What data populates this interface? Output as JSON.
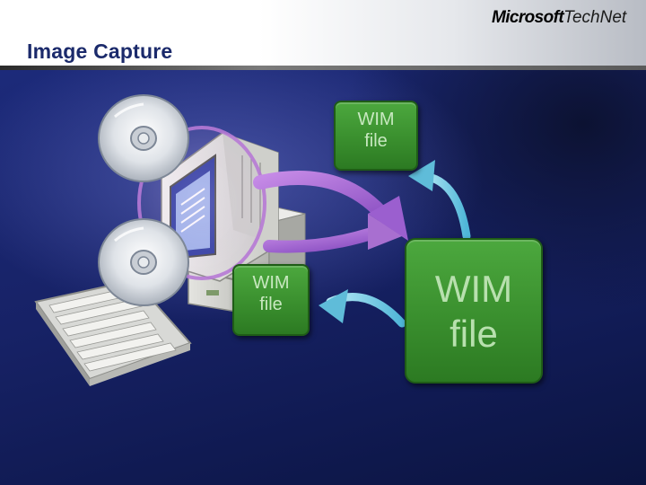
{
  "slide": {
    "title": "Image Capture",
    "logo": {
      "brand": "Microsoft",
      "product": "TechNet"
    }
  },
  "diagram": {
    "wim_top": {
      "line1": "WIM",
      "line2": "file"
    },
    "wim_left": {
      "line1": "WIM",
      "line2": "file"
    },
    "wim_big": {
      "line1": "WIM",
      "line2": "file"
    }
  },
  "colors": {
    "title": "#1b2a6b",
    "background": "#172266",
    "wim_box": "#3a8f2e",
    "wim_text": "#c8e8c0",
    "arrow_purple": "#a86fd0",
    "arrow_cyan": "#7fd0e8"
  },
  "icons": [
    "cd-disc-icon",
    "cd-disc-icon",
    "desktop-computer-icon",
    "keyboard-icon",
    "curved-arrow-icon"
  ]
}
